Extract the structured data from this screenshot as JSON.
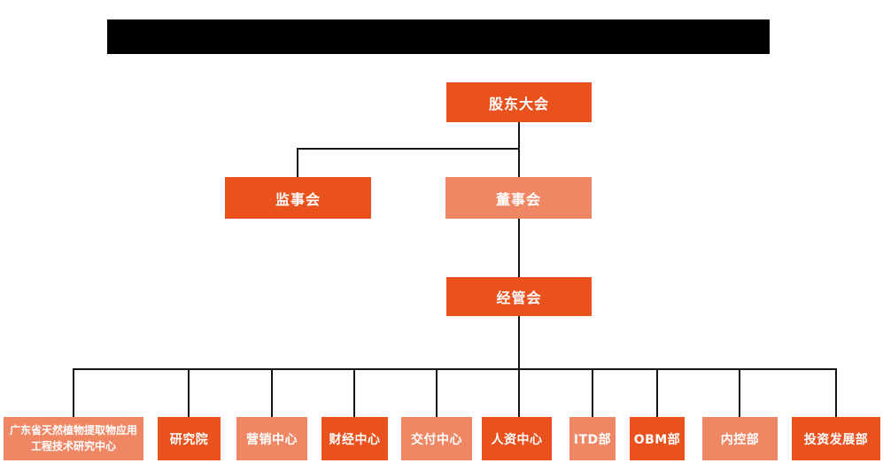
{
  "org_chart": {
    "type": "org-tree",
    "title_bar": {
      "redacted": ""
    },
    "colors": {
      "primary": "#E9511D",
      "secondary": "#EF8765",
      "line": "#141414",
      "redaction": "#000000",
      "background": "#FFFFFF",
      "node_text": "#FFFFFF"
    },
    "nodes": [
      {
        "id": "shareholders-meeting",
        "label": "股东大会",
        "level": 1,
        "color": "primary"
      },
      {
        "id": "supervisory-board",
        "label": "监事会",
        "level": 2,
        "color": "primary"
      },
      {
        "id": "board-of-directors",
        "label": "董事会",
        "level": 2,
        "color": "secondary"
      },
      {
        "id": "management-committee",
        "label": "经管会",
        "level": 3,
        "color": "primary"
      },
      {
        "id": "gd-research-center",
        "label": "广东省天然植物提取物应用工程技术研究中心",
        "level": 4,
        "color": "secondary"
      },
      {
        "id": "research-institute",
        "label": "研究院",
        "level": 4,
        "color": "primary"
      },
      {
        "id": "marketing-center",
        "label": "营销中心",
        "level": 4,
        "color": "secondary"
      },
      {
        "id": "finance-center",
        "label": "财经中心",
        "level": 4,
        "color": "primary"
      },
      {
        "id": "delivery-center",
        "label": "交付中心",
        "level": 4,
        "color": "secondary"
      },
      {
        "id": "hr-center",
        "label": "人资中心",
        "level": 4,
        "color": "primary"
      },
      {
        "id": "itd-department",
        "label": "ITD部",
        "level": 4,
        "color": "secondary"
      },
      {
        "id": "obm-department",
        "label": "OBM部",
        "level": 4,
        "color": "primary"
      },
      {
        "id": "internal-control-department",
        "label": "内控部",
        "level": 4,
        "color": "secondary"
      },
      {
        "id": "investment-development-department",
        "label": "投资发展部",
        "level": 4,
        "color": "primary"
      }
    ],
    "edges": [
      [
        "股东大会",
        "监事会"
      ],
      [
        "股东大会",
        "董事会"
      ],
      [
        "董事会",
        "经管会"
      ],
      [
        "经管会",
        "广东省天然植物提取物应用工程技术研究中心"
      ],
      [
        "经管会",
        "研究院"
      ],
      [
        "经管会",
        "营销中心"
      ],
      [
        "经管会",
        "财经中心"
      ],
      [
        "经管会",
        "交付中心"
      ],
      [
        "经管会",
        "人资中心"
      ],
      [
        "经管会",
        "ITD部"
      ],
      [
        "经管会",
        "OBM部"
      ],
      [
        "经管会",
        "内控部"
      ],
      [
        "经管会",
        "投资发展部"
      ]
    ]
  }
}
